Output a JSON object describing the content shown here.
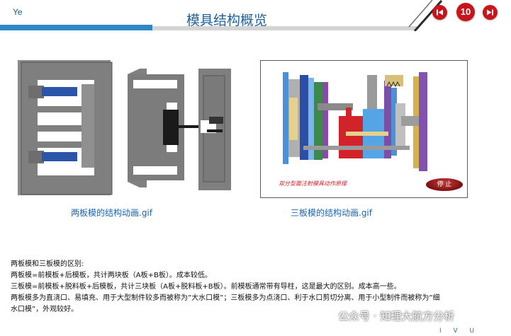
{
  "header": {
    "brand": "Ye",
    "title": "模具结构概览",
    "nav": {
      "prev_icon": "skip-previous-icon",
      "page_number": "10",
      "next_icon": "skip-next-icon"
    },
    "colors": {
      "accent_blue": "#2f87c6",
      "nav_red": "#c8151b"
    }
  },
  "figures": {
    "two_plate_caption": "两板模的结构动画.gif",
    "three_plate_caption": "三板模的结构动画.gif",
    "animation_label": "双分型面注射模具动作原理",
    "stop_label": "停 止"
  },
  "description": {
    "lines": [
      "两板模和三板模的区别:",
      "两板模=前模板+后模板，共计两块板（A板+B板）。成本较低。",
      "三板模=前模板+脱料板+后模板，共计三块板（A板+脱料板+B板）。前模板通常带有导柱，这是最大的区别。成本高一些。",
      "两板模多为直浇口、易填充、用于大型制件较多而被称为”大水口模”；三板模多为点浇口、利于水口剪切分离、用于小型制件而被称为”细",
      "水口模”，外观较好。"
    ]
  },
  "watermark": "公众号 · 知理大航方分析",
  "footer_mark": "I V U"
}
